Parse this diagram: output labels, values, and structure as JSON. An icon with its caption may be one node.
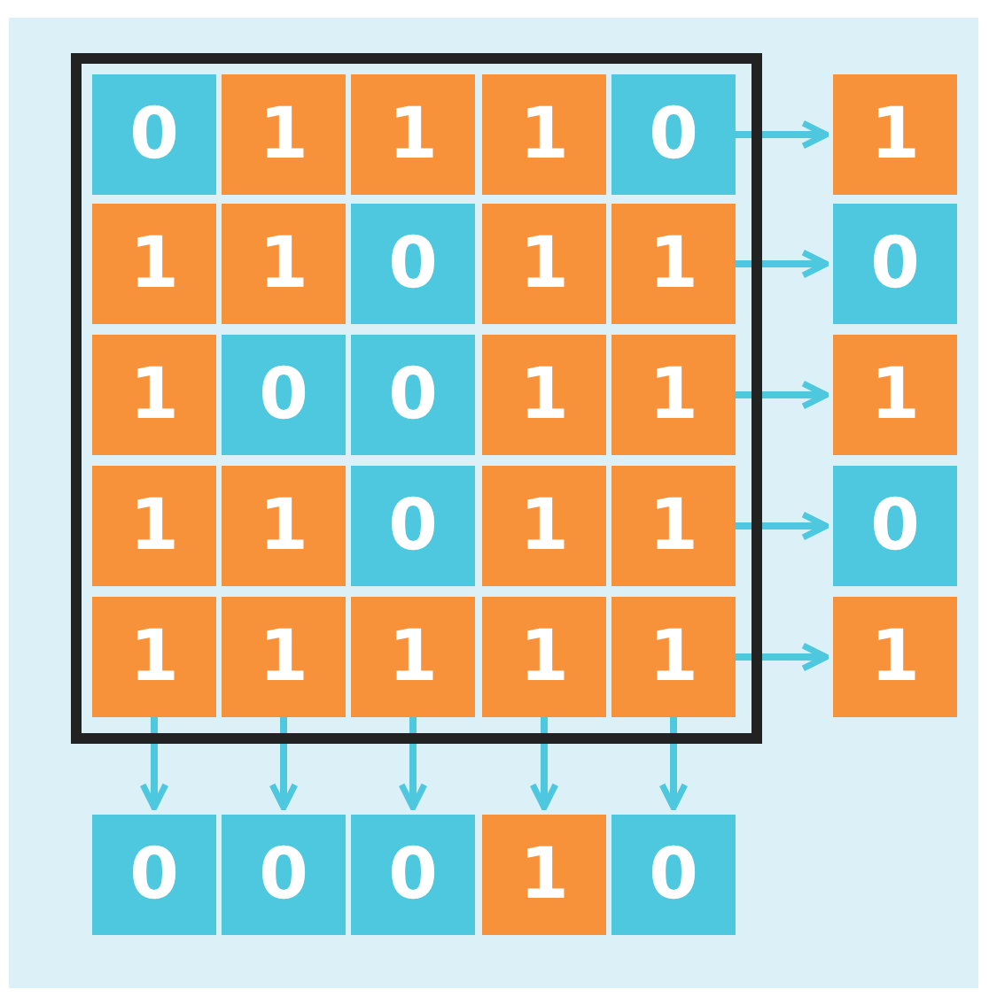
{
  "diagram": {
    "nodes": [
      {
        "text": [],
        "shape": "box"
      },
      {
        "text": [
          "0"
        ],
        "in": 0
      },
      {
        "text": [
          "1"
        ],
        "in": 0
      },
      {
        "text": [
          "1"
        ],
        "in": 0
      },
      {
        "text": [
          "1"
        ],
        "in": 0
      },
      {
        "text": [
          "0"
        ],
        "in": 0
      },
      {
        "text": [
          "1"
        ],
        "in": 0
      },
      {
        "text": [
          "1"
        ],
        "in": 0
      },
      {
        "text": [
          "0"
        ],
        "in": 0
      },
      {
        "text": [
          "1"
        ],
        "in": 0
      },
      {
        "text": [
          "1"
        ],
        "in": 0
      },
      {
        "text": [
          "1"
        ],
        "in": 0
      },
      {
        "text": [
          "0"
        ],
        "in": 0
      },
      {
        "text": [
          "0"
        ],
        "in": 0
      },
      {
        "text": [
          "1"
        ],
        "in": 0
      },
      {
        "text": [
          "1"
        ],
        "in": 0
      },
      {
        "text": [
          "1"
        ],
        "in": 0
      },
      {
        "text": [
          "1"
        ],
        "in": 0
      },
      {
        "text": [
          "0"
        ],
        "in": 0
      },
      {
        "text": [
          "1"
        ],
        "in": 0
      },
      {
        "text": [
          "1"
        ],
        "in": 0
      },
      {
        "text": [
          "1"
        ],
        "in": 0
      },
      {
        "text": [
          "1"
        ],
        "in": 0
      },
      {
        "text": [
          "1"
        ],
        "in": 0
      },
      {
        "text": [
          "1"
        ],
        "in": 0
      },
      {
        "text": [
          "1"
        ],
        "in": 0
      },
      {
        "text": [
          "1"
        ]
      },
      {
        "text": [
          "0"
        ]
      },
      {
        "text": [
          "1"
        ]
      },
      {
        "text": [
          "0"
        ]
      },
      {
        "text": [
          "1"
        ]
      },
      {
        "text": [
          "0"
        ]
      },
      {
        "text": [
          "0"
        ]
      },
      {
        "text": [
          "0"
        ]
      },
      {
        "text": [
          "1"
        ]
      },
      {
        "text": [
          "0"
        ]
      }
    ],
    "edges": [
      {
        "from": 5,
        "to": 26,
        "arrow": "to"
      },
      {
        "from": 10,
        "to": 27,
        "arrow": "to"
      },
      {
        "from": 15,
        "to": 28,
        "arrow": "to"
      },
      {
        "from": 20,
        "to": 29,
        "arrow": "to"
      },
      {
        "from": 25,
        "to": 30,
        "arrow": "to"
      },
      {
        "from": 21,
        "to": 31,
        "arrow": "to"
      },
      {
        "from": 22,
        "to": 32,
        "arrow": "to"
      },
      {
        "from": 23,
        "to": 33,
        "arrow": "to"
      },
      {
        "from": 24,
        "to": 34,
        "arrow": "to"
      },
      {
        "from": 25,
        "to": 35,
        "arrow": "to"
      }
    ]
  }
}
